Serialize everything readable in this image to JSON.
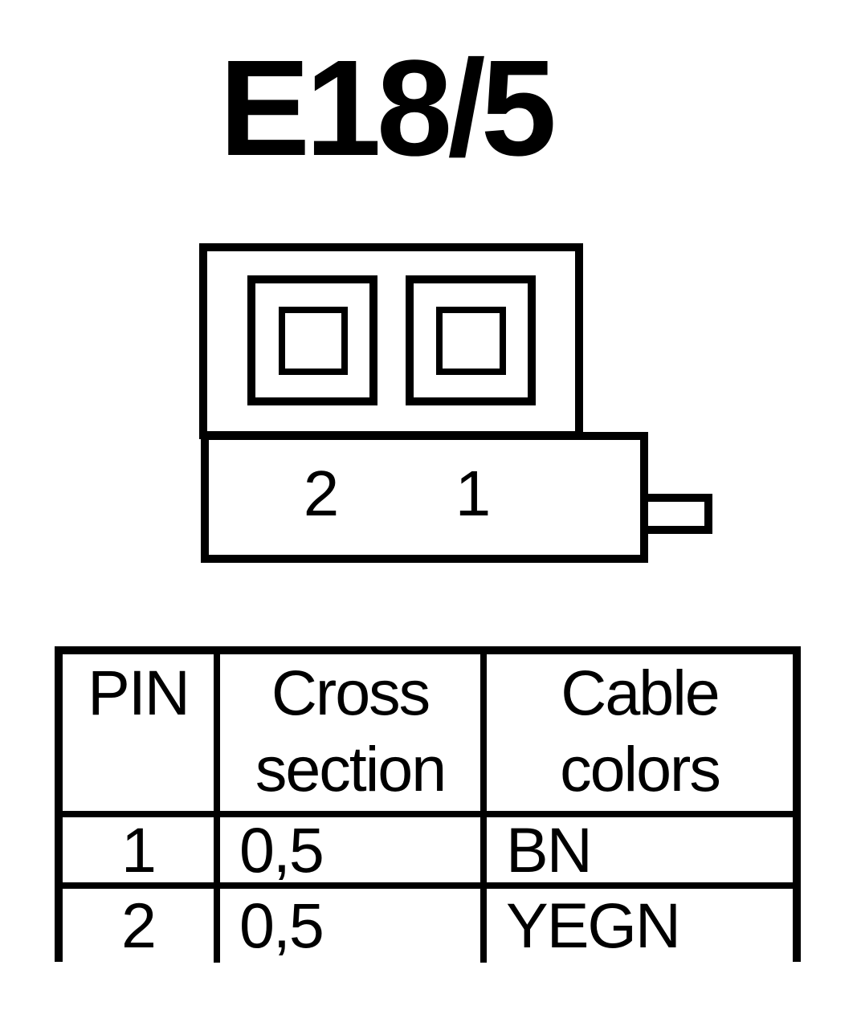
{
  "title": "E18/5",
  "colors": {
    "ink": "#000000",
    "background": "#ffffff"
  },
  "diagram": {
    "pin_labels": [
      "2",
      "1"
    ]
  },
  "table": {
    "headers": [
      "PIN",
      "Cross section",
      "Cable colors"
    ],
    "rows": [
      {
        "pin": "1",
        "cross_section": "0,5",
        "cable_colors": "BN"
      },
      {
        "pin": "2",
        "cross_section": "0,5",
        "cable_colors": "YEGN"
      }
    ]
  }
}
